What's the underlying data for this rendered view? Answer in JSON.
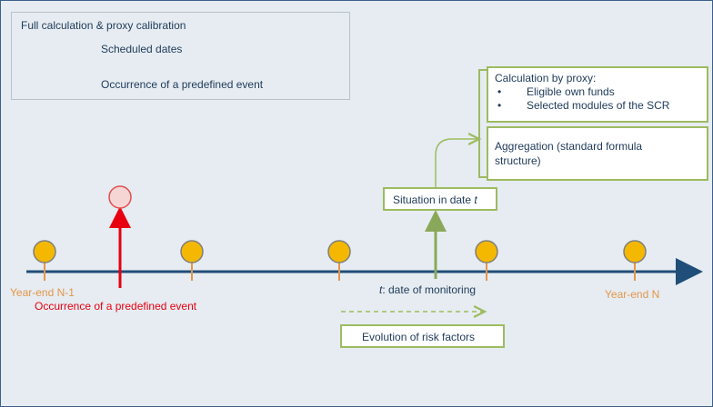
{
  "legend": {
    "title": "Full calculation & proxy calibration",
    "scheduled_label": "Scheduled dates",
    "event_label": "Occurrence of a predefined event"
  },
  "timeline": {
    "start_label": "Year-end N-1",
    "end_label": "Year-end N",
    "event_label": "Occurrence of a predefined event",
    "monitor_var": "t",
    "monitor_text": ": date of monitoring"
  },
  "situation": {
    "text": "Situation in date ",
    "var": "t"
  },
  "evolution": {
    "label": "Evolution of risk factors"
  },
  "proxy_box": {
    "title": "Calculation by proxy:",
    "bullets": [
      "Eligible own funds",
      "Selected modules of the SCR"
    ]
  },
  "aggregation_box": {
    "text": "Aggregation (standard formula structure)"
  },
  "colors": {
    "timeline": "#1f4e79",
    "scheduled_fill": "#f5b800",
    "scheduled_stroke": "#7f7f7f",
    "event_fill": "#f6d5d5",
    "event_stroke": "#e05050",
    "event_arrow": "#e8000f",
    "tick": "#e3964a",
    "green": "#9dbb61",
    "label_orange": "#e3964a",
    "label_red": "#e8000f"
  }
}
